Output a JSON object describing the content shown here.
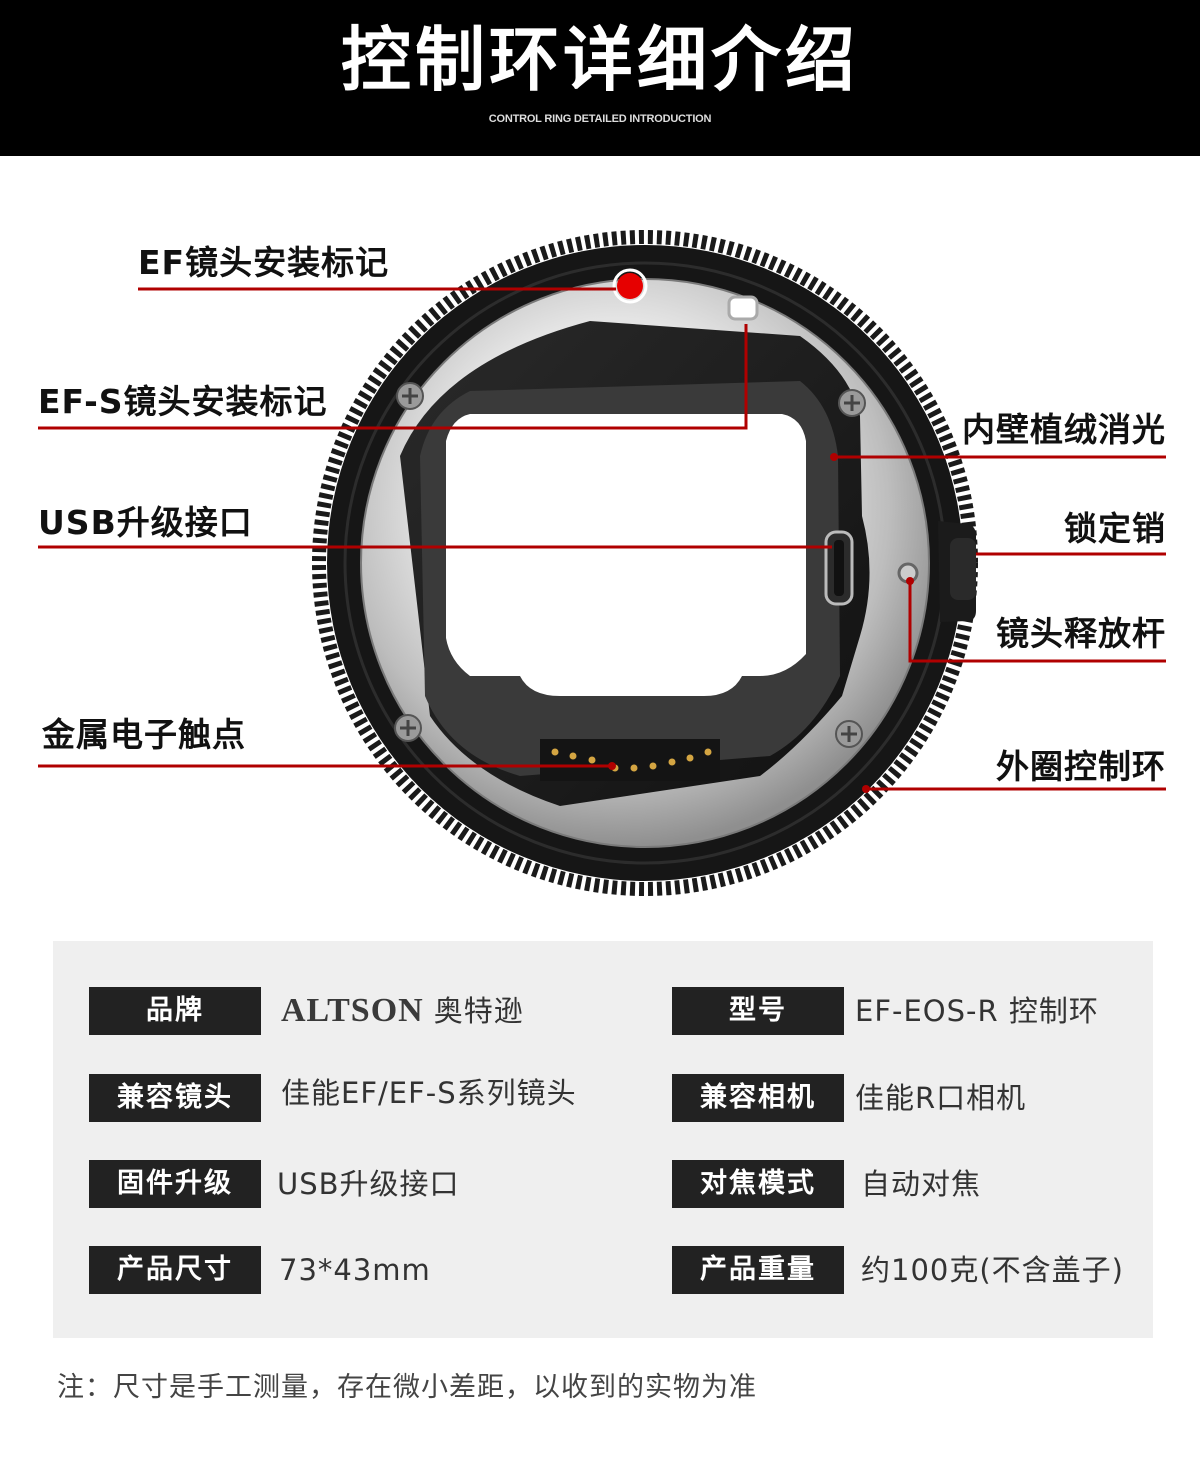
{
  "header": {
    "title": "控制环详细介绍",
    "subtitle": "CONTROL RING DETAILED INTRODUCTION"
  },
  "callouts": {
    "ef_mark": "EF镜头安装标记",
    "efs_mark": "EF-S镜头安装标记",
    "usb_port": "USB升级接口",
    "contacts": "金属电子触点",
    "flocking": "内壁植绒消光",
    "lock_pin": "锁定销",
    "release_lever": "镜头释放杆",
    "control_ring": "外圈控制环"
  },
  "colors": {
    "accent_red": "#b00000",
    "mark_red": "#e60000",
    "header_bg": "#000000",
    "label_bg": "#222222",
    "panel_bg": "#efefef"
  },
  "specs": [
    {
      "label": "品牌",
      "brand": "ALTSON",
      "value": "奥特逊"
    },
    {
      "label": "型号",
      "value": "EF-EOS-R 控制环"
    },
    {
      "label": "兼容镜头",
      "value": "佳能EF/EF-S系列镜头"
    },
    {
      "label": "兼容相机",
      "value": "佳能R口相机"
    },
    {
      "label": "固件升级",
      "value": "USB升级接口"
    },
    {
      "label": "对焦模式",
      "value": "自动对焦"
    },
    {
      "label": "产品尺寸",
      "value": "73*43mm"
    },
    {
      "label": "产品重量",
      "value": "约100克(不含盖子)"
    }
  ],
  "note": "注：尺寸是手工测量，存在微小差距，以收到的实物为准"
}
